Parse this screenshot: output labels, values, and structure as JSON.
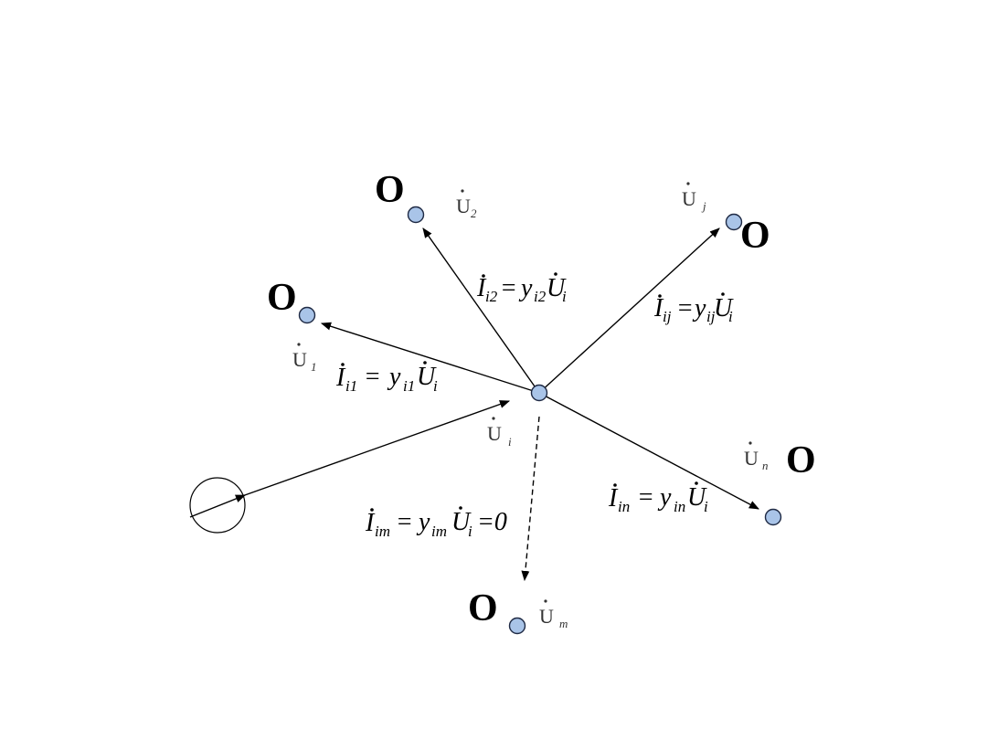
{
  "node_letter": "O",
  "voltages": {
    "u1": {
      "main": "U",
      "sub": "1"
    },
    "u2": {
      "main": "U",
      "sub": "2"
    },
    "uj": {
      "main": "U",
      "sub": "j"
    },
    "ui": {
      "main": "U",
      "sub": "i"
    },
    "un": {
      "main": "U",
      "sub": "n"
    },
    "um": {
      "main": "U",
      "sub": "m"
    }
  },
  "equations": {
    "i1": {
      "lhs": "I",
      "lhs_sub": "i1",
      "eq": "=",
      "y": "y",
      "y_sub": "i1",
      "rhs": "U",
      "rhs_sub": "i"
    },
    "i2": {
      "lhs": "I",
      "lhs_sub": "i2",
      "eq": "=",
      "y": "y",
      "y_sub": "i2",
      "rhs": "U",
      "rhs_sub": "i"
    },
    "ij": {
      "lhs": "I",
      "lhs_sub": "ij",
      "eq": "=",
      "y": "y",
      "y_sub": "ij",
      "rhs": "U",
      "rhs_sub": "i"
    },
    "in": {
      "lhs": "I",
      "lhs_sub": "in",
      "eq": "=",
      "y": "y",
      "y_sub": "in",
      "rhs": "U",
      "rhs_sub": "i"
    },
    "im": {
      "lhs": "I",
      "lhs_sub": "im",
      "eq": "=",
      "y": "y",
      "y_sub": "im",
      "rhs": "U",
      "rhs_sub": "i",
      "tail": "=0"
    }
  },
  "colors": {
    "node_fill": "#a9c4e8",
    "node_stroke": "#1f2a44",
    "line": "#000000"
  }
}
